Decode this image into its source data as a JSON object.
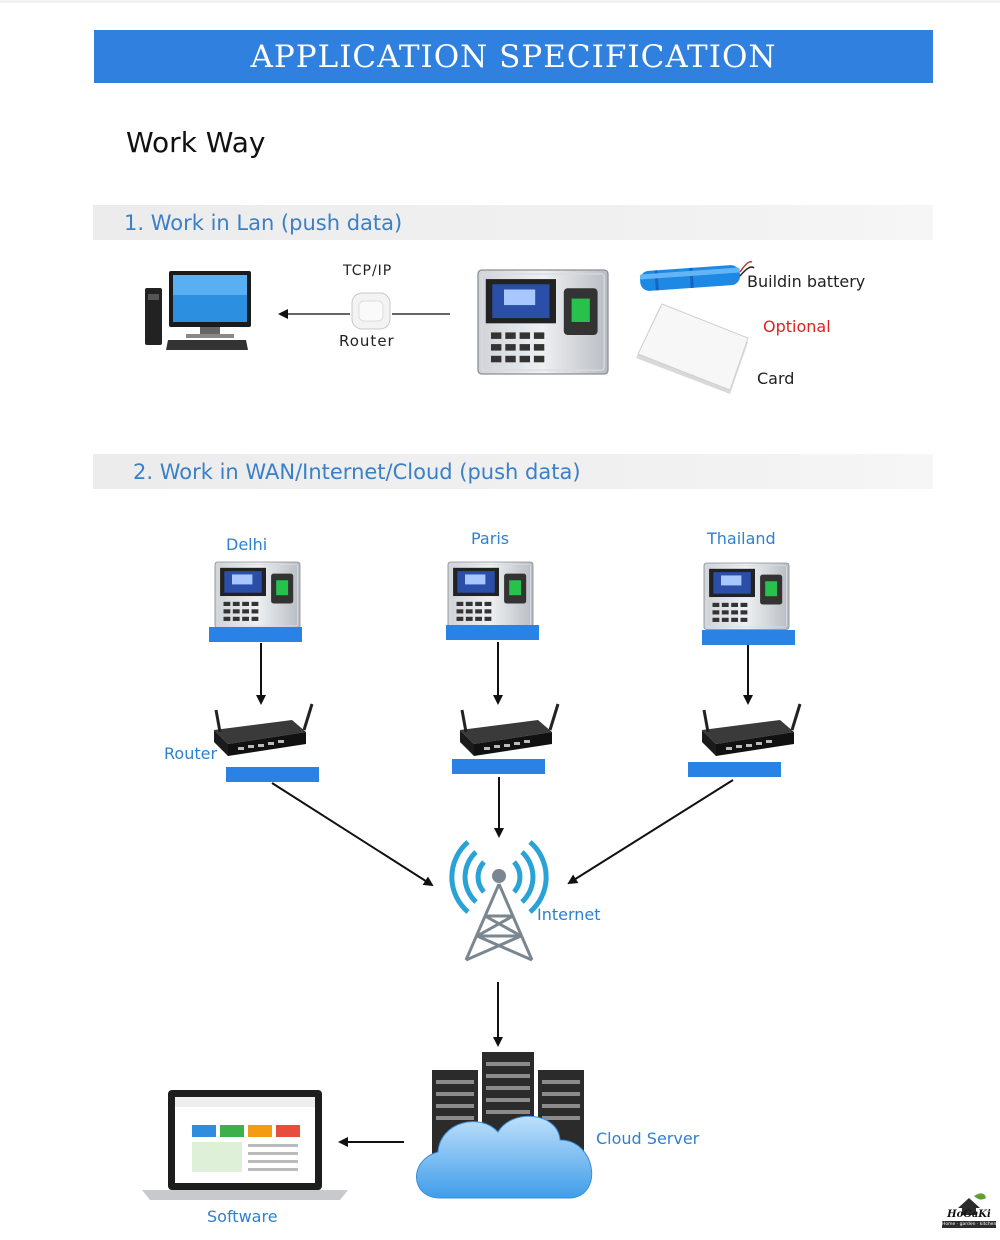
{
  "banner": {
    "title": "APPLICATION SPECIFICATION"
  },
  "heading": "Work Way",
  "section1": {
    "title": "1. Work in Lan (push data)",
    "protocol": "TCP/IP",
    "router_label": "Router",
    "battery_label": "Buildin battery",
    "optional_label": "Optional",
    "card_label": "Card"
  },
  "section2": {
    "title": "2. Work in WAN/Internet/Cloud (push data)",
    "locations": [
      "Delhi",
      "Paris",
      "Thailand"
    ],
    "router_label": "Router",
    "internet_label": "Internet",
    "cloud_label": "Cloud Server",
    "software_label": "Software"
  },
  "watermark": {
    "brand": "HoGaKi",
    "tagline": "Home · garden · kitchen"
  },
  "colors": {
    "banner": "#2f80df",
    "label_blue": "#2e80d0",
    "optional_red": "#e02020",
    "bar_blue": "#2a83e4"
  }
}
